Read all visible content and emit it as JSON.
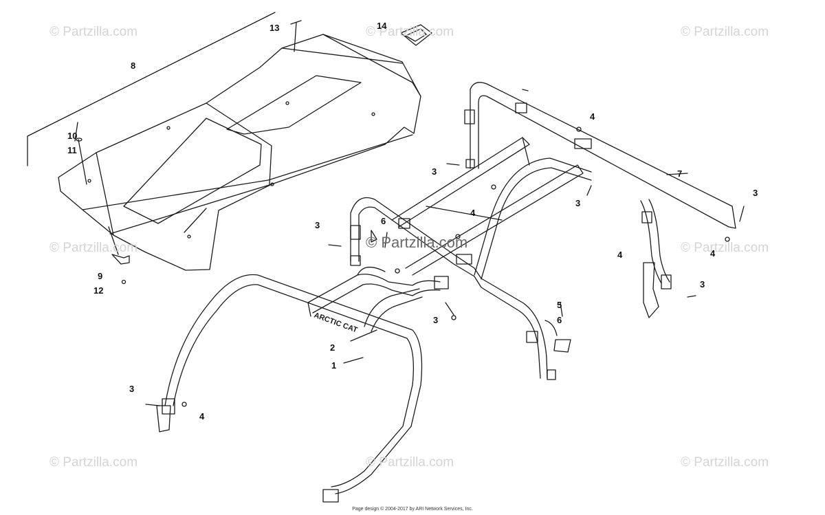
{
  "watermark": "© Partzilla.com",
  "watermark_center": "© Partzilla.com",
  "footer": "Page design © 2004-2017 by ARI Network Services, Inc.",
  "brand_decal": "ARCTIC CAT",
  "callouts": [
    "13",
    "14",
    "8",
    "10",
    "11",
    "9",
    "12",
    "4",
    "3",
    "7",
    "3",
    "3",
    "4",
    "6",
    "4",
    "3",
    "4",
    "3",
    "5",
    "6",
    "2",
    "1",
    "3",
    "3",
    "4"
  ],
  "colors": {
    "line": "#1a1a1a",
    "watermark": "#d4d4d4"
  }
}
